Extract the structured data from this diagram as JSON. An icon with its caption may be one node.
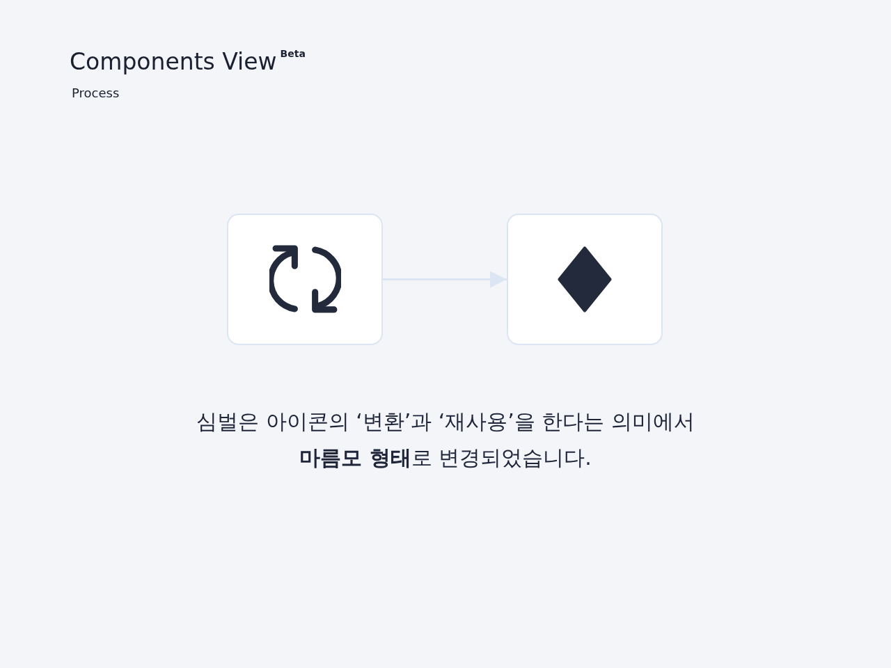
{
  "diagram": {
    "title": "Components View",
    "nodes": [
      {
        "text": [],
        "shape": "box"
      },
      {
        "text": [],
        "shape": "box"
      }
    ],
    "edges": [
      {
        "from": 0,
        "to": 1,
        "arrow": "to"
      }
    ],
    "labels": [
      "Beta",
      "Process"
    ],
    "caption": "심벌은 아이콘의 ‘변환’과 ‘재사용’을 한다는 의미에서 **마름모 형태**로 변경되었습니다."
  }
}
